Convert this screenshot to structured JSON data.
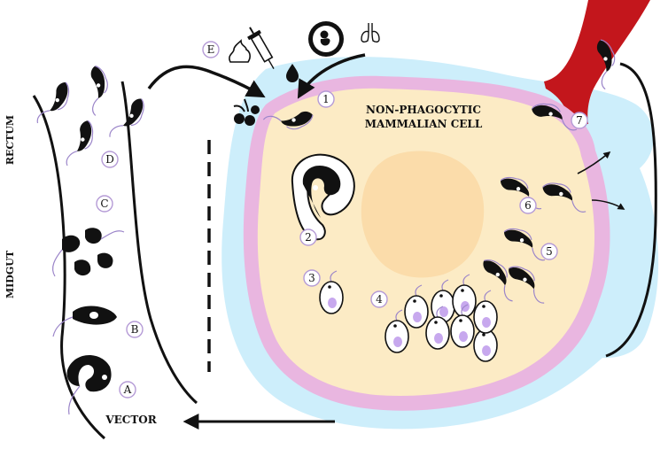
{
  "labels": {
    "rectum": "RECTUM",
    "midgut": "MIDGUT",
    "vector": "VECTOR",
    "cell_line1": "NON-PHAGOCYTIC",
    "cell_line2": "MAMMALIAN CELL"
  },
  "stage_markers": {
    "A": "A",
    "B": "B",
    "C": "C",
    "D": "D",
    "E": "E",
    "s1": "1",
    "s2": "2",
    "s3": "3",
    "s4": "4",
    "s5": "5",
    "s6": "6",
    "s7": "7"
  },
  "icons": [
    "stool-icon",
    "syringe-icon",
    "drop-icon",
    "fetus-icon",
    "lungs-icon",
    "berries-icon"
  ],
  "colors": {
    "outer_blue": "#cdeefb",
    "membrane_pink": "#e9b6e0",
    "cytoplasm": "#fcebc5",
    "nucleus": "#fbdcaa",
    "blood_vessel": "#c3161c",
    "parasite": "#111111",
    "flagellum": "#9b85c9",
    "amastigote_nucleus": "#c7a8ee"
  }
}
